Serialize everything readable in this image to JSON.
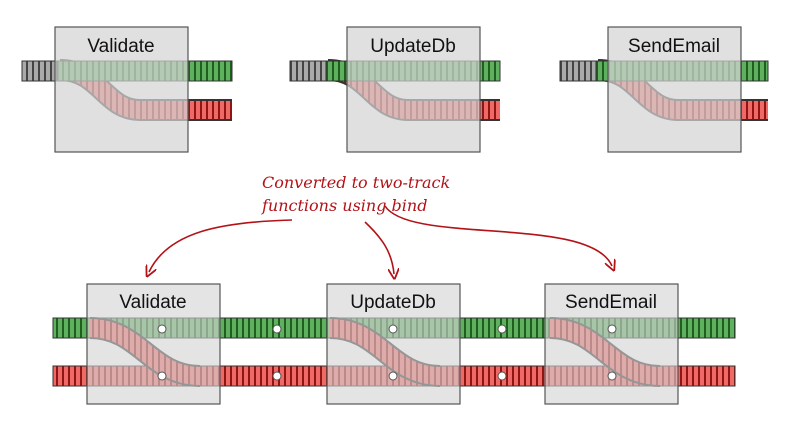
{
  "top_row": {
    "functions": [
      "Validate",
      "UpdateDb",
      "SendEmail"
    ]
  },
  "annotation": {
    "line1": "Converted to two-track",
    "line2": "functions using bind"
  },
  "bottom_row": {
    "functions": [
      "Validate",
      "UpdateDb",
      "SendEmail"
    ]
  },
  "colors": {
    "success_track": "#3f9a3f",
    "failure_track": "#d9302e",
    "input_track": "#888888",
    "box_fill": "#d4d4d4",
    "annotation": "#b31217"
  }
}
